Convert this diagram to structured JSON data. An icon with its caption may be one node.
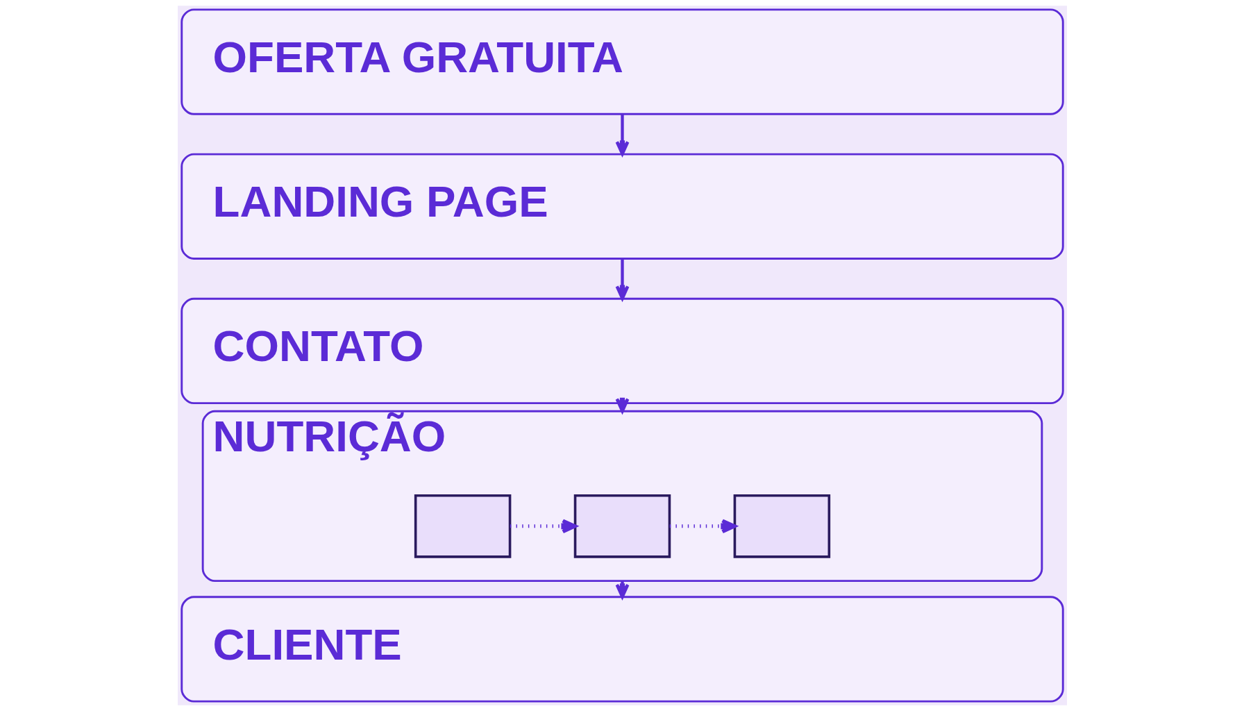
{
  "diagram": {
    "nodes": [
      {
        "text": [
          "OFERTA GRATUITA"
        ]
      },
      {
        "text": [
          "LANDING PAGE"
        ]
      },
      {
        "text": [
          "CONTATO"
        ]
      },
      {
        "text": [
          "NUTRIÇÃO"
        ]
      },
      {
        "text": [],
        "shape": "envelope",
        "in": 3
      },
      {
        "text": [],
        "shape": "envelope",
        "in": 3
      },
      {
        "text": [],
        "shape": "envelope",
        "in": 3
      },
      {
        "text": [
          "CLIENTE"
        ]
      }
    ],
    "edges": [
      {
        "from": 0,
        "to": 1,
        "arrow": "to"
      },
      {
        "from": 1,
        "to": 2,
        "arrow": "to"
      },
      {
        "from": 2,
        "to": 3,
        "arrow": "to"
      },
      {
        "from": 3,
        "to": 7,
        "arrow": "to"
      },
      {
        "from": 4,
        "to": 5,
        "arrow": "to",
        "style": "dashed"
      },
      {
        "from": 5,
        "to": 6,
        "arrow": "to",
        "style": "dashed"
      }
    ]
  }
}
